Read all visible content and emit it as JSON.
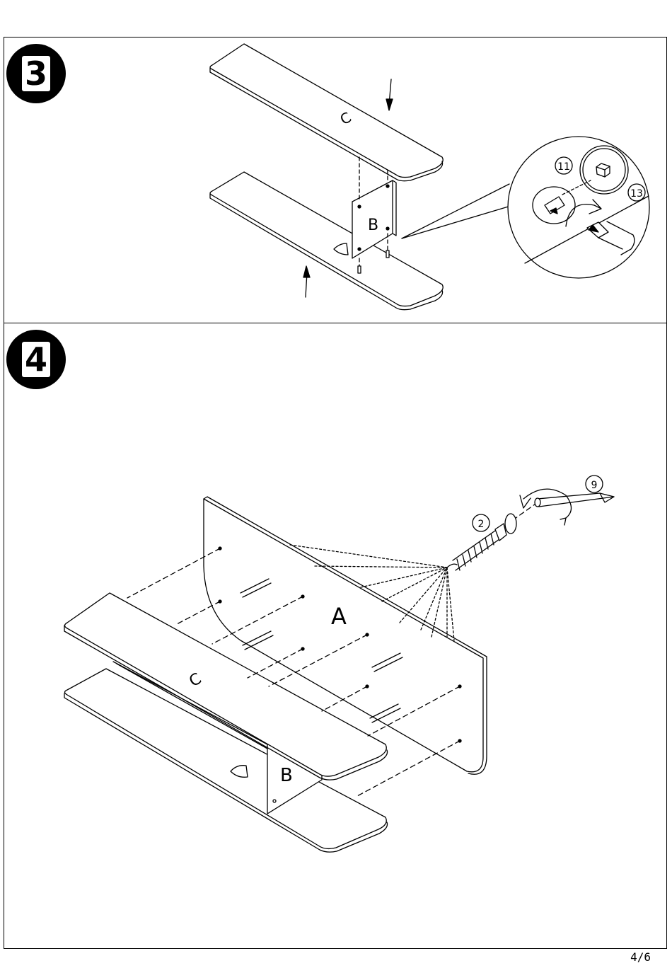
{
  "steps": [
    {
      "number": "3"
    },
    {
      "number": "4"
    }
  ],
  "step3": {
    "panel_labels": [
      "C",
      "B"
    ],
    "part_callouts": [
      "11",
      "13"
    ]
  },
  "step4": {
    "panel_labels": [
      "A",
      "C",
      "B"
    ],
    "part_callouts": [
      "2",
      "9"
    ]
  },
  "footer": {
    "page": "4/6"
  }
}
